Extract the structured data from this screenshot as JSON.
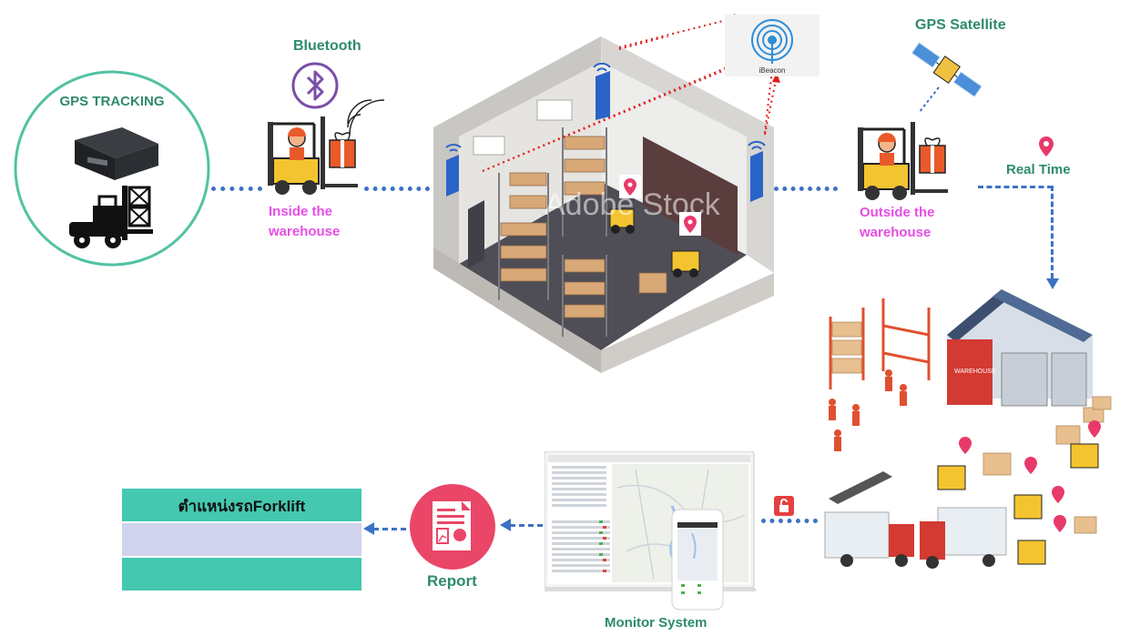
{
  "labels": {
    "gps_tracking": "GPS TRACKING",
    "bluetooth": "Bluetooth",
    "inside_line1": "Inside the",
    "inside_line2": "warehouse",
    "gps_satellite": "GPS Satellite",
    "outside_line1": "Outside the",
    "outside_line2": "warehouse",
    "real_time": "Real Time",
    "ibeacon": "iBeacon",
    "report": "Report",
    "monitor_system": "Monitor System",
    "watermark": "Adobe Stock",
    "warehouse_sign": "WAREHOUSE"
  },
  "table": {
    "header": "ตำแหน่งรถForklift",
    "rows": [
      "",
      ""
    ]
  },
  "colors": {
    "teal": "#45c8b0",
    "lavender": "#d2d3ec",
    "green_text": "#2e8b6a",
    "pink_text": "#e64ee6",
    "connector_blue": "#3b72c6",
    "report_red": "#ea4668"
  }
}
